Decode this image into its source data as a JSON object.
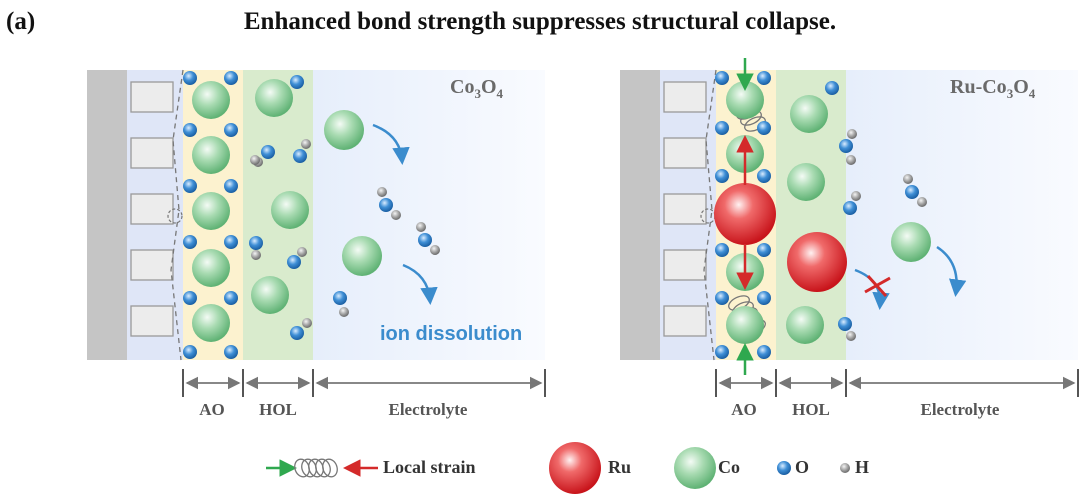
{
  "panel_label": "(a)",
  "title": "Enhanced bond strength suppresses structural collapse.",
  "panels": [
    {
      "material": {
        "base": "Co",
        "sub1": "3",
        "mid": "O",
        "sub2": "4",
        "prefix": ""
      },
      "regions": [
        "AO",
        "HOL",
        "Electrolyte"
      ],
      "annotation": "ion dissolution"
    },
    {
      "material": {
        "base": "Co",
        "sub1": "3",
        "mid": "O",
        "sub2": "4",
        "prefix": "Ru-"
      },
      "regions": [
        "AO",
        "HOL",
        "Electrolyte"
      ],
      "annotation": ""
    }
  ],
  "legend": {
    "strain": "Local strain",
    "ru": "Ru",
    "co": "Co",
    "o": "O",
    "h": "H"
  },
  "colors": {
    "ao_band": "#fcf2cf",
    "hol_band": "#d9ebcd",
    "electrolyte": "#eaf0fb",
    "substrate": "#c5c5c5",
    "co_atom": "#8fcf9a",
    "ru_atom": "#e0262a",
    "o_atom": "#2f80c6",
    "h_atom": "#8a8a8a",
    "arrow_blue": "#3b8ccd",
    "strain_green": "#2fa84f",
    "strain_red": "#d42a2a"
  }
}
